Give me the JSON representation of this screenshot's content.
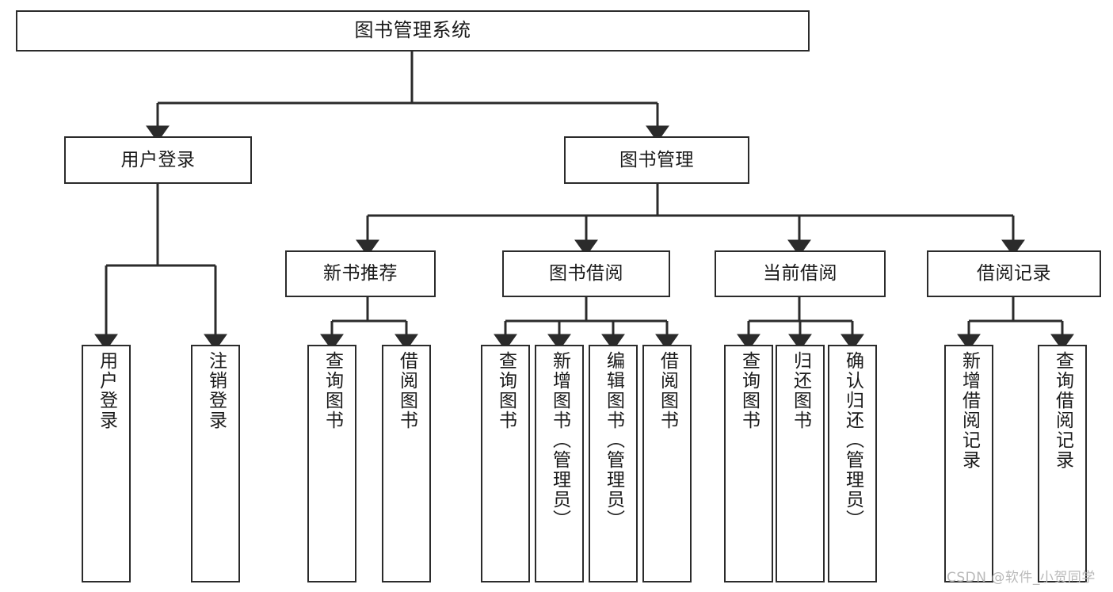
{
  "diagram": {
    "title": "图书管理系统",
    "type": "tree-hierarchy",
    "watermark": "CSDN @软件_小贺同学",
    "colors": {
      "stroke": "#2b2b2b",
      "fill": "#ffffff",
      "text": "#1a1a1a",
      "watermark": "#b9b9b9"
    },
    "root": {
      "label": "图书管理系统"
    },
    "level1": [
      {
        "label": "用户登录"
      },
      {
        "label": "图书管理"
      }
    ],
    "level2": [
      {
        "label": "新书推荐"
      },
      {
        "label": "图书借阅"
      },
      {
        "label": "当前借阅"
      },
      {
        "label": "借阅记录"
      }
    ],
    "leaves": {
      "user_login": [
        {
          "label": "用户登录"
        },
        {
          "label": "注销登录"
        }
      ],
      "new_book": [
        {
          "label": "查询图书"
        },
        {
          "label": "借阅图书"
        }
      ],
      "book_borrow": [
        {
          "label": "查询图书"
        },
        {
          "label": "新增图书（管理员）"
        },
        {
          "label": "编辑图书（管理员）"
        },
        {
          "label": "借阅图书"
        }
      ],
      "current_borrow": [
        {
          "label": "查询图书"
        },
        {
          "label": "归还图书"
        },
        {
          "label": "确认归还（管理员）"
        }
      ],
      "borrow_record": [
        {
          "label": "新增借阅记录"
        },
        {
          "label": "查询借阅记录"
        }
      ]
    }
  }
}
